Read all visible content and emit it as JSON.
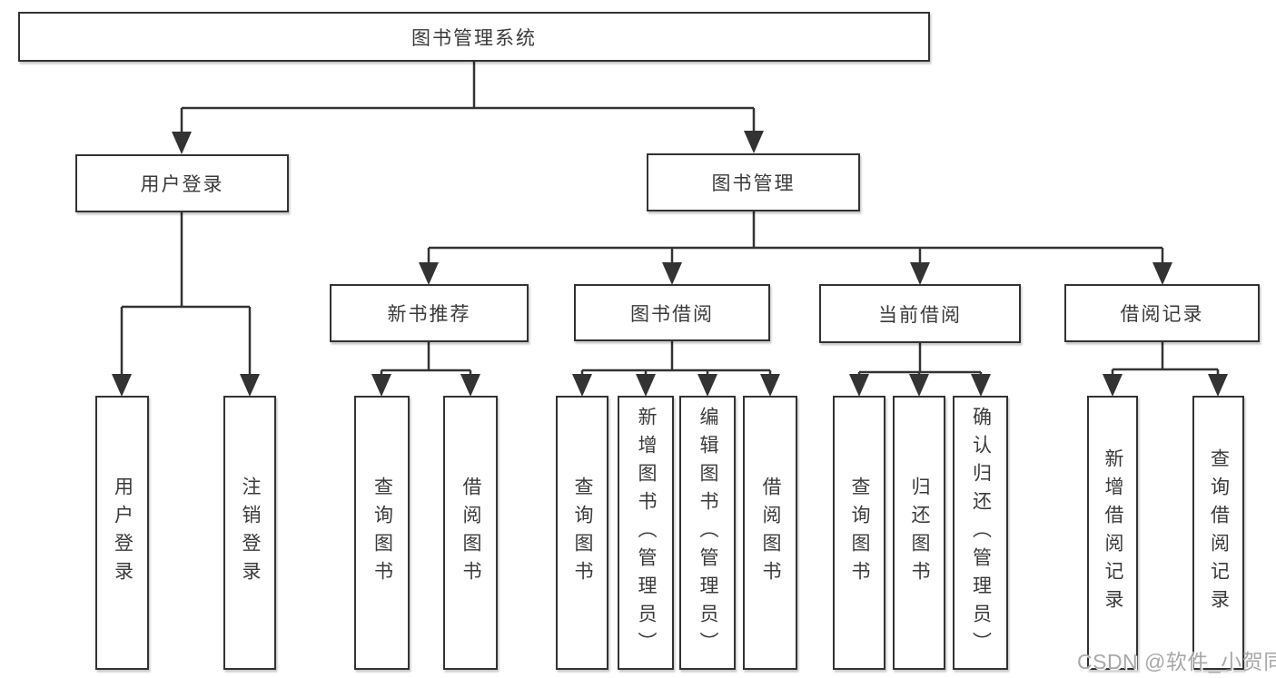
{
  "tree": {
    "label": "图书管理系统",
    "children": [
      {
        "label": "用户登录",
        "children": [
          {
            "label": "用户登录"
          },
          {
            "label": "注销登录"
          }
        ]
      },
      {
        "label": "图书管理",
        "children": [
          {
            "label": "新书推荐",
            "children": [
              {
                "label": "查询图书"
              },
              {
                "label": "借阅图书"
              }
            ]
          },
          {
            "label": "图书借阅",
            "children": [
              {
                "label": "查询图书"
              },
              {
                "label": "新增图书（管理员）"
              },
              {
                "label": "编辑图书（管理员）"
              },
              {
                "label": "借阅图书"
              }
            ]
          },
          {
            "label": "当前借阅",
            "children": [
              {
                "label": "查询图书"
              },
              {
                "label": "归还图书"
              },
              {
                "label": "确认归还（管理员）"
              }
            ]
          },
          {
            "label": "借阅记录",
            "children": [
              {
                "label": "新增借阅记录"
              },
              {
                "label": "查询借阅记录"
              }
            ]
          }
        ]
      }
    ]
  },
  "watermark": {
    "text": "CSDN @软件_小贺同学"
  },
  "colors": {
    "line": "#333333",
    "text": "#3a3a3a",
    "box_background": "#ffffff",
    "watermark": "#a9a9a9",
    "background": "#ffffff"
  }
}
